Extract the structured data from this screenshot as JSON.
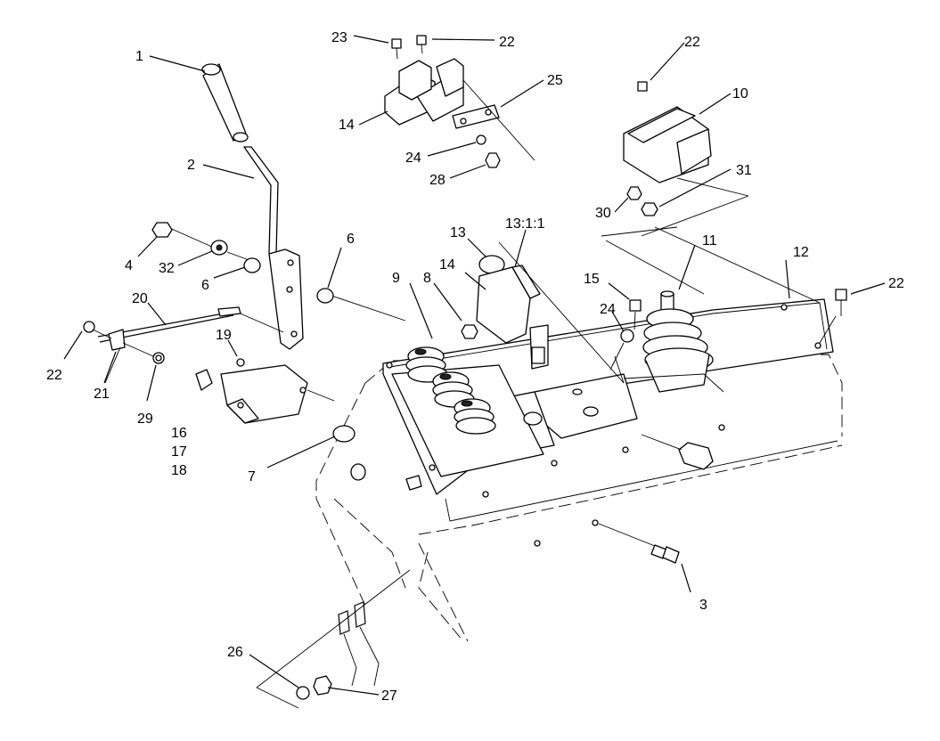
{
  "labels": {
    "l1": "1",
    "l2": "2",
    "l3": "3",
    "l4": "4",
    "l6a": "6",
    "l6b": "6",
    "l7": "7",
    "l8": "8",
    "l9": "9",
    "l10": "10",
    "l11": "11",
    "l12": "12",
    "l13": "13",
    "l13sub": "13:1:1",
    "l14a": "14",
    "l14b": "14",
    "l15": "15",
    "l16": "16",
    "l17": "17",
    "l18": "18",
    "l19": "19",
    "l20": "20",
    "l21": "21",
    "l22a": "22",
    "l22b": "22",
    "l22c": "22",
    "l22d": "22",
    "l23": "23",
    "l24a": "24",
    "l24b": "24",
    "l25": "25",
    "l26": "26",
    "l27": "27",
    "l28": "28",
    "l29": "29",
    "l30": "30",
    "l31": "31",
    "l32": "32"
  }
}
